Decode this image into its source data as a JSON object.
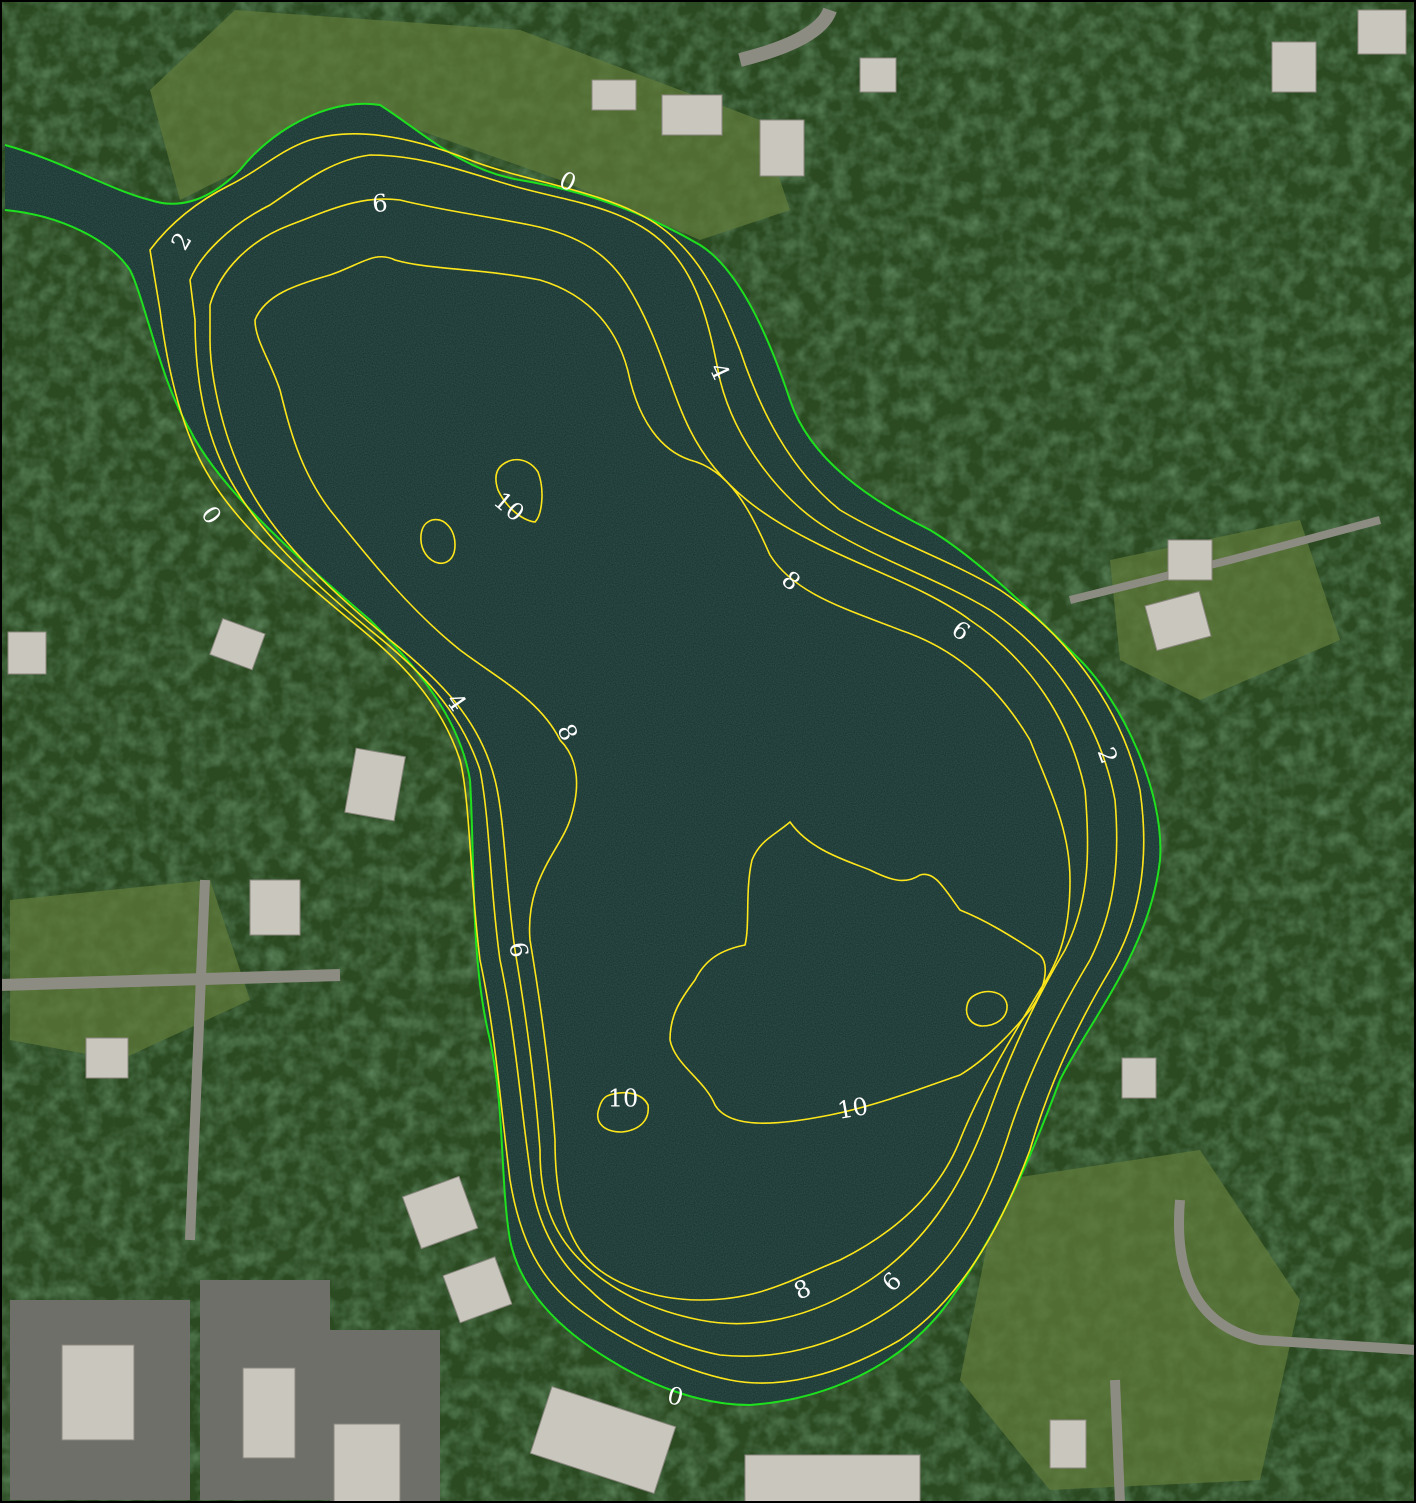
{
  "map": {
    "colors": {
      "shoreline": "#1ee01e",
      "contour": "#ffe61a",
      "label": "#ffffff",
      "water": "#112f2a",
      "vegetation": "#2b4a22",
      "lawn": "#5f7a3a",
      "frame": "#000000"
    },
    "contour_labels": [
      {
        "id": "shore-top",
        "text": "0",
        "depth": 0
      },
      {
        "id": "shore-left",
        "text": "0",
        "depth": 0
      },
      {
        "id": "shore-bottom",
        "text": "0",
        "depth": 0
      },
      {
        "id": "c2-left",
        "text": "2",
        "depth": 2
      },
      {
        "id": "c2-right",
        "text": "2",
        "depth": 2
      },
      {
        "id": "c4-top",
        "text": "4",
        "depth": 4
      },
      {
        "id": "c4-left",
        "text": "4",
        "depth": 4
      },
      {
        "id": "c6-top",
        "text": "6",
        "depth": 6
      },
      {
        "id": "c6-right",
        "text": "6",
        "depth": 6
      },
      {
        "id": "c6-left",
        "text": "6",
        "depth": 6
      },
      {
        "id": "c6-bottom",
        "text": "6",
        "depth": 6
      },
      {
        "id": "c8-center",
        "text": "8",
        "depth": 8
      },
      {
        "id": "c8-left",
        "text": "8",
        "depth": 8
      },
      {
        "id": "c8-bottom",
        "text": "8",
        "depth": 8
      },
      {
        "id": "c10-north",
        "text": "10",
        "depth": 10
      },
      {
        "id": "c10-southwest",
        "text": "10",
        "depth": 10
      },
      {
        "id": "c10-south",
        "text": "10",
        "depth": 10
      }
    ]
  }
}
